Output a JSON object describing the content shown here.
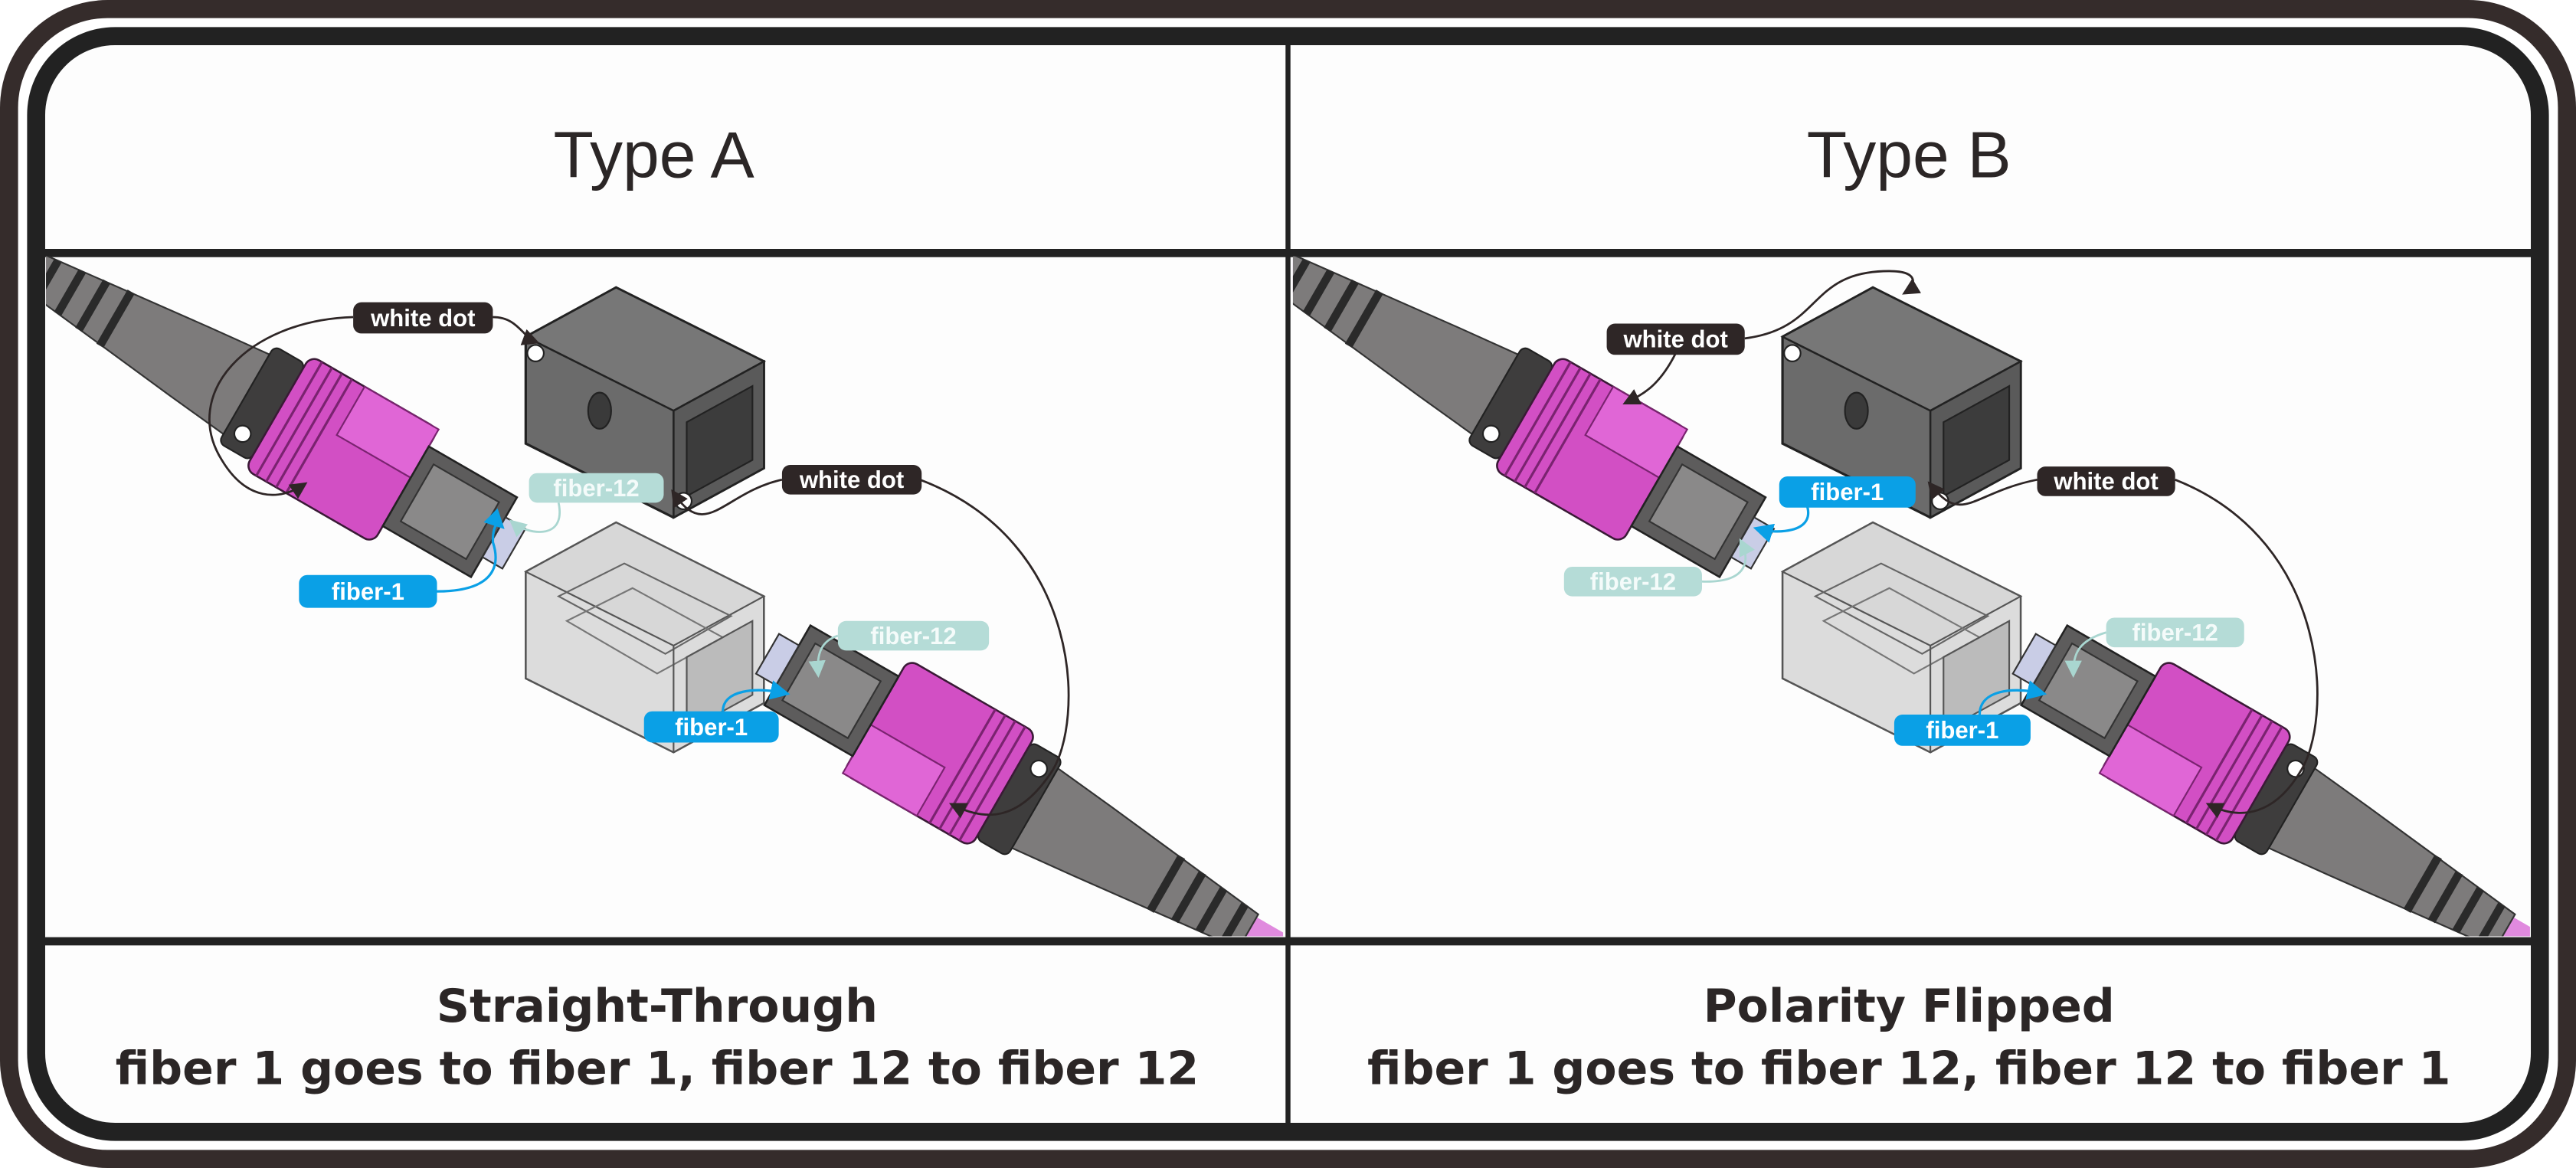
{
  "panels": [
    {
      "title": "Type A",
      "caption_title": "Straight-Through",
      "caption_text": "fiber 1 goes to fiber 1, fiber 12 to fiber 12",
      "labels": {
        "white_dot_1": "white dot",
        "white_dot_2": "white dot",
        "fiber1_a": "fiber-1",
        "fiber12_a": "fiber-12",
        "fiber1_b": "fiber-1",
        "fiber12_b": "fiber-12"
      }
    },
    {
      "title": "Type B",
      "caption_title": "Polarity Flipped",
      "caption_text": "fiber 1 goes to fiber 12, fiber 12 to fiber 1",
      "labels": {
        "white_dot_1": "white dot",
        "white_dot_2": "white dot",
        "fiber1_a": "fiber-1",
        "fiber12_a": "fiber-12",
        "fiber1_b": "fiber-1",
        "fiber12_b": "fiber-12"
      }
    }
  ],
  "colors": {
    "fiber_1": "#0aa0e6",
    "fiber_12": "#b5dcd7",
    "white_dot_label": "#2e2626",
    "connector_housing": "#d24fc4",
    "cable": "#e08ade",
    "frame": "#2a2525"
  }
}
